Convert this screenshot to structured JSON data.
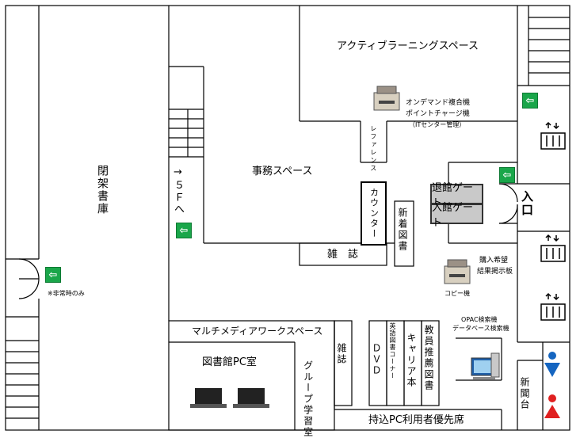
{
  "rooms": {
    "active_learning": "アクティブラーニングスペース",
    "office": "事務スペース",
    "closed_stacks": "閉架書庫",
    "stairs_5f": "→５Ｆへ",
    "emergency_only": "※非常時のみ",
    "multimedia": "マルチメディアワークスペース",
    "library_pc": "図書館PC室",
    "group_study": "グループ学習室",
    "magazines_bottom": "雑誌",
    "dvd": "ＤＶＤ",
    "english_books": "英語図書コーナー",
    "career_books": "キャリア本",
    "faculty_books": "教員推薦図書",
    "new_arrivals_desk": "新聞台",
    "byod_seats": "持込PC利用者優先席",
    "magazines_top": "雑　誌",
    "new_books": "新着図書",
    "counter": "カウンター",
    "reference": "レファレンス",
    "entrance": "入口"
  },
  "equipment": {
    "ondemand": "オンデマンド複合機",
    "point_charge": "ポイントチャージ機",
    "it_center": "（ITセンター管理）",
    "purchase_request": "購入希望",
    "result_board": "結果掲示板",
    "copier": "コピー機",
    "opac": "OPAC検索機",
    "database": "データベース検索機"
  },
  "gates": {
    "exit_gate": "退館ゲート",
    "entry_gate": "入館ゲート"
  },
  "colors": {
    "exit_sign": "#1aa64a",
    "gate_fill": "#c9c9c9",
    "male": "#1565c0",
    "female": "#e02020"
  }
}
